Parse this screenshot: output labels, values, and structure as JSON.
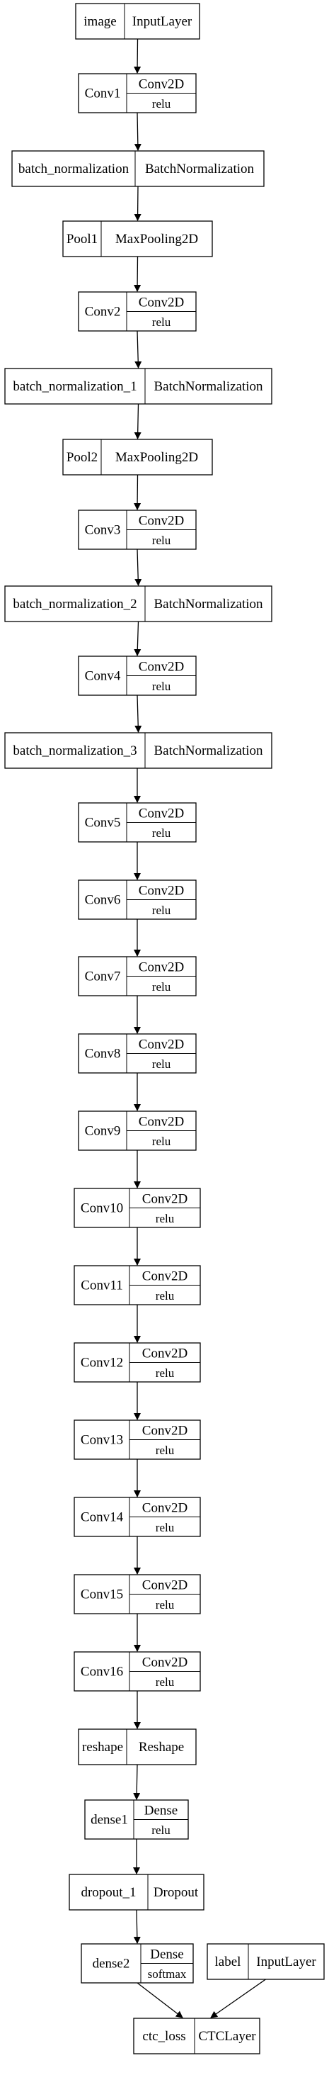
{
  "colors": {
    "line": "#000000",
    "background": "#ffffff"
  },
  "layers": [
    {
      "name": "image",
      "type": "InputLayer"
    },
    {
      "name": "Conv1",
      "type": "Conv2D",
      "activation": "relu"
    },
    {
      "name": "batch_normalization",
      "type": "BatchNormalization"
    },
    {
      "name": "Pool1",
      "type": "MaxPooling2D"
    },
    {
      "name": "Conv2",
      "type": "Conv2D",
      "activation": "relu"
    },
    {
      "name": "batch_normalization_1",
      "type": "BatchNormalization"
    },
    {
      "name": "Pool2",
      "type": "MaxPooling2D"
    },
    {
      "name": "Conv3",
      "type": "Conv2D",
      "activation": "relu"
    },
    {
      "name": "batch_normalization_2",
      "type": "BatchNormalization"
    },
    {
      "name": "Conv4",
      "type": "Conv2D",
      "activation": "relu"
    },
    {
      "name": "batch_normalization_3",
      "type": "BatchNormalization"
    },
    {
      "name": "Conv5",
      "type": "Conv2D",
      "activation": "relu"
    },
    {
      "name": "Conv6",
      "type": "Conv2D",
      "activation": "relu"
    },
    {
      "name": "Conv7",
      "type": "Conv2D",
      "activation": "relu"
    },
    {
      "name": "Conv8",
      "type": "Conv2D",
      "activation": "relu"
    },
    {
      "name": "Conv9",
      "type": "Conv2D",
      "activation": "relu"
    },
    {
      "name": "Conv10",
      "type": "Conv2D",
      "activation": "relu"
    },
    {
      "name": "Conv11",
      "type": "Conv2D",
      "activation": "relu"
    },
    {
      "name": "Conv12",
      "type": "Conv2D",
      "activation": "relu"
    },
    {
      "name": "Conv13",
      "type": "Conv2D",
      "activation": "relu"
    },
    {
      "name": "Conv14",
      "type": "Conv2D",
      "activation": "relu"
    },
    {
      "name": "Conv15",
      "type": "Conv2D",
      "activation": "relu"
    },
    {
      "name": "Conv16",
      "type": "Conv2D",
      "activation": "relu"
    },
    {
      "name": "reshape",
      "type": "Reshape"
    },
    {
      "name": "dense1",
      "type": "Dense",
      "activation": "relu"
    },
    {
      "name": "dropout_1",
      "type": "Dropout"
    },
    {
      "name": "dense2",
      "type": "Dense",
      "activation": "softmax"
    },
    {
      "name": "label",
      "type": "InputLayer"
    },
    {
      "name": "ctc_loss",
      "type": "CTCLayer"
    }
  ],
  "edges": [
    [
      "image",
      "Conv1"
    ],
    [
      "Conv1",
      "batch_normalization"
    ],
    [
      "batch_normalization",
      "Pool1"
    ],
    [
      "Pool1",
      "Conv2"
    ],
    [
      "Conv2",
      "batch_normalization_1"
    ],
    [
      "batch_normalization_1",
      "Pool2"
    ],
    [
      "Pool2",
      "Conv3"
    ],
    [
      "Conv3",
      "batch_normalization_2"
    ],
    [
      "batch_normalization_2",
      "Conv4"
    ],
    [
      "Conv4",
      "batch_normalization_3"
    ],
    [
      "batch_normalization_3",
      "Conv5"
    ],
    [
      "Conv5",
      "Conv6"
    ],
    [
      "Conv6",
      "Conv7"
    ],
    [
      "Conv7",
      "Conv8"
    ],
    [
      "Conv8",
      "Conv9"
    ],
    [
      "Conv9",
      "Conv10"
    ],
    [
      "Conv10",
      "Conv11"
    ],
    [
      "Conv11",
      "Conv12"
    ],
    [
      "Conv12",
      "Conv13"
    ],
    [
      "Conv13",
      "Conv14"
    ],
    [
      "Conv14",
      "Conv15"
    ],
    [
      "Conv15",
      "Conv16"
    ],
    [
      "Conv16",
      "reshape"
    ],
    [
      "reshape",
      "dense1"
    ],
    [
      "dense1",
      "dropout_1"
    ],
    [
      "dropout_1",
      "dense2"
    ],
    [
      "dense2",
      "ctc_loss"
    ],
    [
      "label",
      "ctc_loss"
    ]
  ]
}
